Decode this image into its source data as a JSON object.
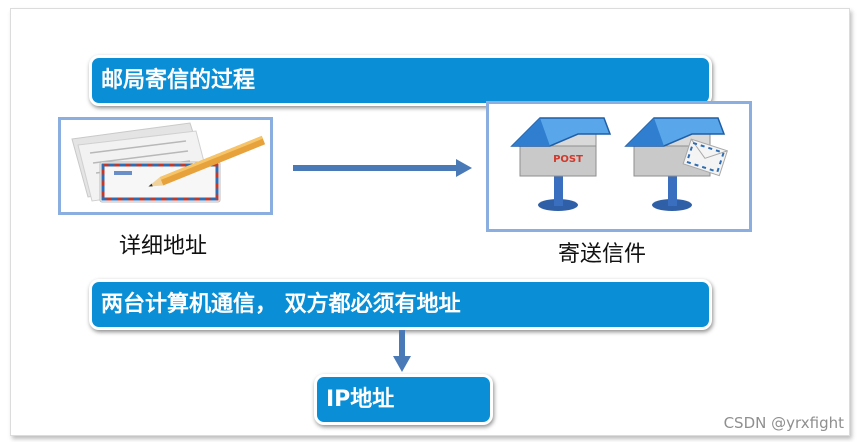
{
  "header": {
    "title": "邮局寄信的过程"
  },
  "left_panel": {
    "caption": "详细地址",
    "icon": "letter-with-pencil-icon"
  },
  "right_panel": {
    "caption": "寄送信件",
    "icons": [
      "mailbox-icon",
      "mailbox-with-letter-icon"
    ],
    "mailbox_text": "POST"
  },
  "statement": {
    "text": "两台计算机通信，  双方都必须有地址"
  },
  "result": {
    "text": "IP地址"
  },
  "watermark": {
    "text": "CSDN @yrxfight"
  },
  "colors": {
    "banner": "#0a8fd6",
    "frame": "#8aaee0",
    "arrow": "#4a79b8"
  }
}
